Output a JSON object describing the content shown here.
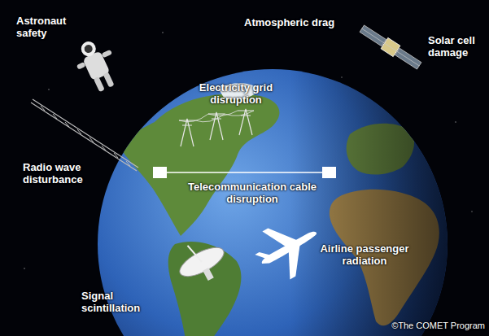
{
  "diagram": {
    "labels": [
      "Astronaut safety",
      "Atmospheric drag",
      "Solar cell damage",
      "Electricity grid disruption",
      "Radio wave disturbance",
      "Telecommunication cable disruption",
      "Airline passenger radiation",
      "Signal scintillation",
      "©The COMET Program"
    ]
  }
}
